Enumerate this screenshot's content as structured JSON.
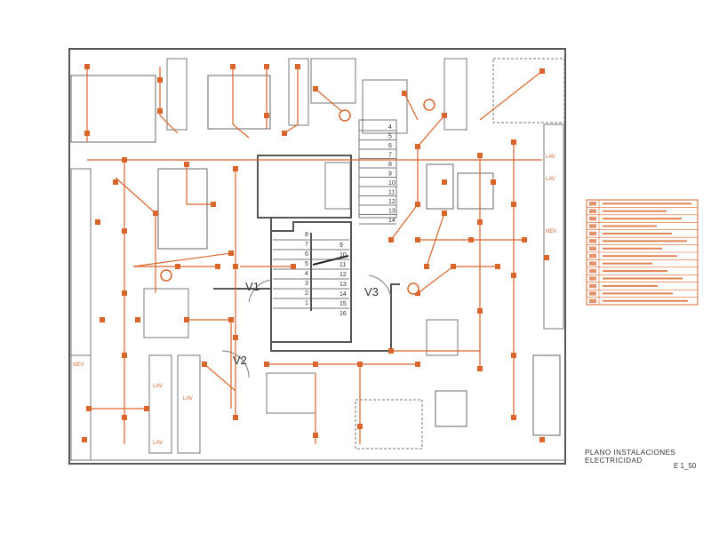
{
  "drawing": {
    "title": "PLANO INSTALACIONES ELECTRICIDAD",
    "scale": "E 1_50",
    "door_labels": [
      "V1",
      "V2",
      "V3"
    ],
    "room_labels": {
      "lav_right_top": "LAV",
      "lav_right_2": "LAV",
      "nev_right": "NEV",
      "nev_left": "NEV",
      "lav_left_1": "LAV",
      "lav_left_2": "LAV",
      "lav_center": "LAV"
    },
    "stair_main_left": [
      "1",
      "2",
      "3",
      "4",
      "5",
      "6",
      "7",
      "8"
    ],
    "stair_main_right": [
      "9",
      "10",
      "11",
      "12",
      "13",
      "14",
      "15",
      "16"
    ],
    "stair_secondary": [
      "4",
      "5",
      "6",
      "7",
      "8",
      "9",
      "10",
      "11",
      "12",
      "13",
      "14"
    ]
  },
  "legend": {
    "rows": 14,
    "accent": "#d9652b"
  }
}
